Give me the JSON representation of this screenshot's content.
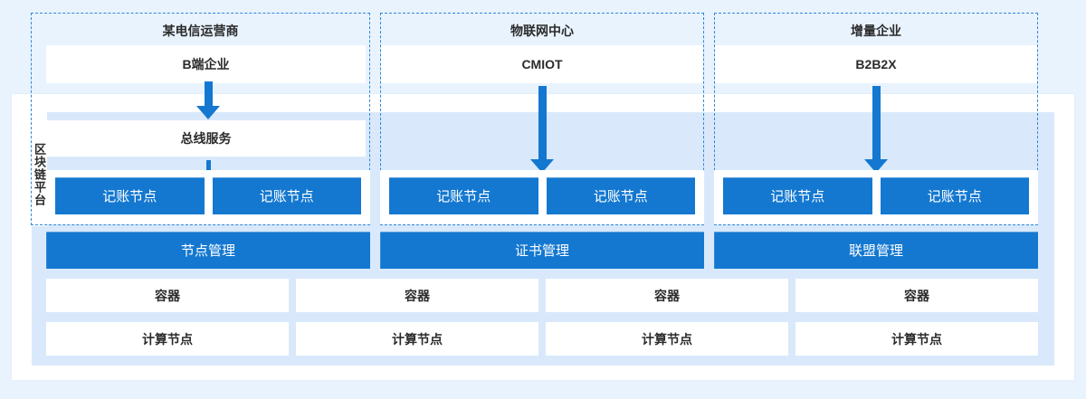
{
  "platform": {
    "label": "区块链平台"
  },
  "groups": [
    {
      "title": "某电信运营商",
      "entity": "B端企业",
      "bus": "总线服务",
      "ledger_nodes": [
        "记账节点",
        "记账节点"
      ],
      "manage": "节点管理"
    },
    {
      "title": "物联网中心",
      "entity": "CMIOT",
      "ledger_nodes": [
        "记账节点",
        "记账节点"
      ],
      "manage": "证书管理"
    },
    {
      "title": "增量企业",
      "entity": "B2B2X",
      "ledger_nodes": [
        "记账节点",
        "记账节点"
      ],
      "manage": "联盟管理"
    }
  ],
  "infrastructure": {
    "containers": [
      "容器",
      "容器",
      "容器",
      "容器"
    ],
    "compute_nodes": [
      "计算节点",
      "计算节点",
      "计算节点",
      "计算节点"
    ]
  },
  "colors": {
    "accent_blue": "#1478d0",
    "dashed_border": "#2f87d9",
    "page_bg": "#e9f3fe",
    "panel_bg": "#ffffff",
    "inner_bg": "#d9e9fb",
    "text_dark": "#2b2b2b",
    "text_light": "#ffffff"
  }
}
